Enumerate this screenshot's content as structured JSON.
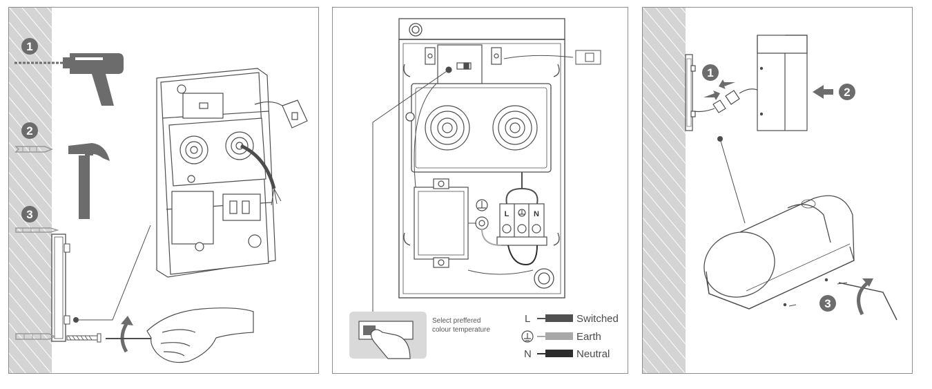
{
  "colors": {
    "wall": "#d4d4d4",
    "wall_hatch": "#ffffff",
    "tool_grey": "#6c6c6c",
    "badge_grey": "#6c6c6c",
    "line": "#4d4d4d",
    "wire_switched": "#4f4f4f",
    "wire_earth": "#a8a8a8",
    "wire_neutral": "#2d2d2d",
    "callout_bg": "#d9d9d9"
  },
  "panel1": {
    "steps": [
      "1",
      "2",
      "3"
    ]
  },
  "panel2": {
    "caption_line1": "Select preffered",
    "caption_line2": "colour temperature",
    "terminal_labels": [
      "L",
      "",
      "N"
    ],
    "legend": [
      {
        "symbol": "L",
        "label": "Switched"
      },
      {
        "symbol": "earth-symbol",
        "label": "Earth"
      },
      {
        "symbol": "N",
        "label": "Neutral"
      }
    ]
  },
  "panel3": {
    "steps": [
      "1",
      "2",
      "3"
    ]
  }
}
